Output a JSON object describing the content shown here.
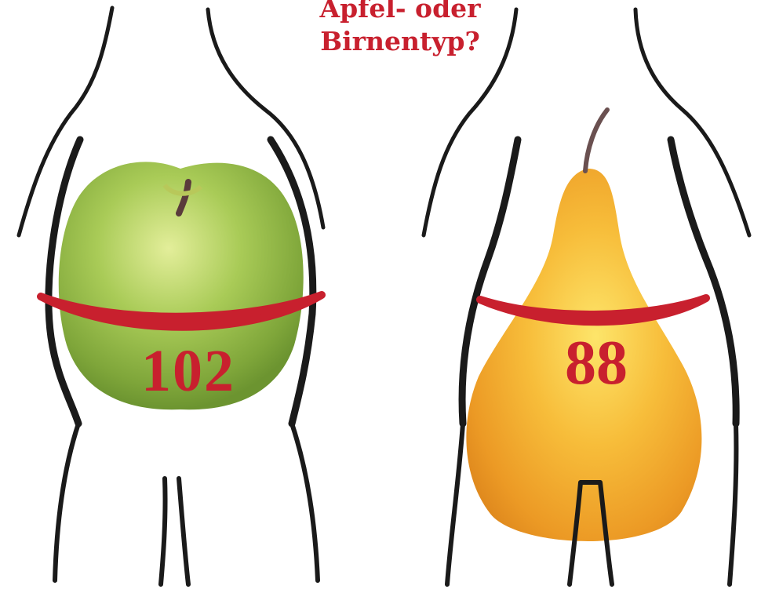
{
  "title": {
    "line1": "Apfel- oder",
    "line2": "Birnentyp?"
  },
  "apple_figure": {
    "waist_value": "102"
  },
  "pear_figure": {
    "waist_value": "88"
  },
  "colors": {
    "accent_red": "#c8202e",
    "outline": "#1a1a1a",
    "apple_green": "#9cc24a",
    "pear_orange": "#f2a62e"
  }
}
